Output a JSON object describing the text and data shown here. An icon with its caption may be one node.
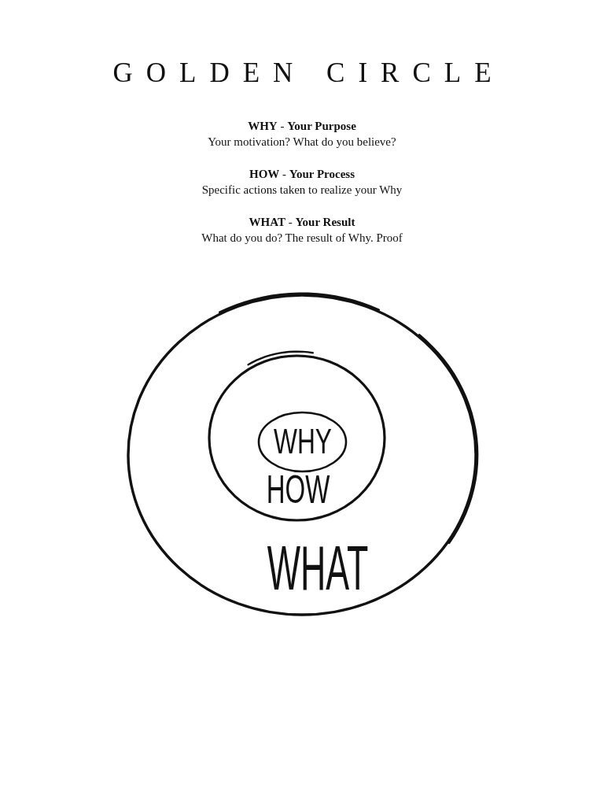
{
  "diagram": {
    "title": "GOLDEN CIRCLE",
    "nodes": [
      {
        "text": [
          "WHAT"
        ]
      },
      {
        "text": [
          "HOW"
        ],
        "in": 0
      },
      {
        "text": [
          "WHY"
        ],
        "in": 1
      }
    ],
    "labels": [
      "**WHY** - **Your Purpose**",
      "Your motivation? What do you believe?",
      "**HOW** - **Your Process**",
      "Specific actions taken to realize your Why",
      "**WHAT** - **Your Result**",
      "What do you do? The result of Why. Proof"
    ]
  }
}
